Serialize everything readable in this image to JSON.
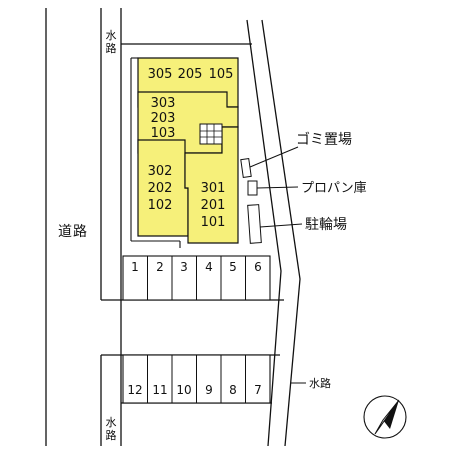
{
  "road_label": "道路",
  "waterway_label": "水路",
  "colors": {
    "building_fill": "#f6f07a",
    "line": "#111111",
    "background": "#ffffff"
  },
  "buildings": {
    "top": [
      "305",
      "205",
      "105"
    ],
    "middle": [
      "303",
      "203",
      "103"
    ],
    "left": [
      "302",
      "202",
      "102"
    ],
    "right": [
      "301",
      "201",
      "101"
    ]
  },
  "facilities": {
    "garbage": "ゴミ置場",
    "propane": "プロパン庫",
    "bicycle": "駐輪場"
  },
  "parking_top": [
    "1",
    "2",
    "3",
    "4",
    "5",
    "6"
  ],
  "parking_bottom": [
    "12",
    "11",
    "10",
    "9",
    "8",
    "7"
  ],
  "north_arrow_icon": "north-arrow-icon"
}
